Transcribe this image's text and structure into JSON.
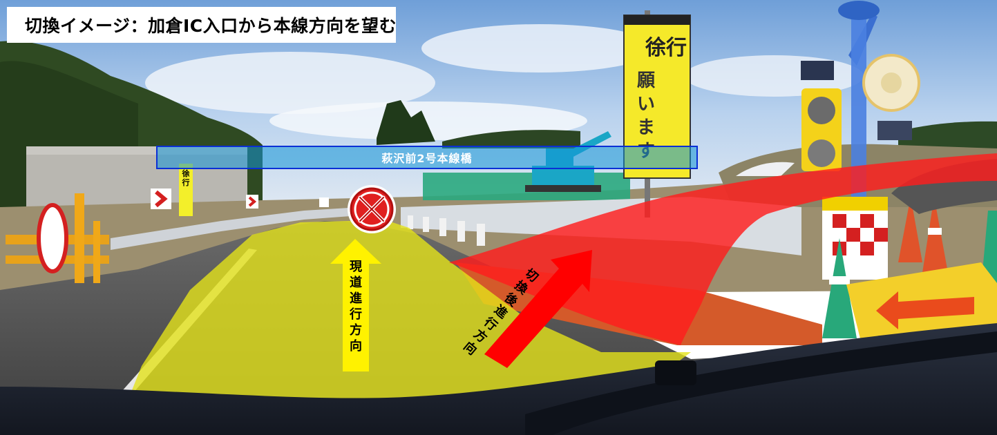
{
  "image_title": "切換イメージ：加倉IC入口から本線方向を望む",
  "bridge_label": "萩沢前2号本線橋",
  "arrow_current": "現道進行方向",
  "arrow_new": "切換後進行方向",
  "sign_slow": "徐行",
  "sign_please": "願います",
  "sign_small": "徐行",
  "colors": {
    "current_route": "#e3e21a",
    "new_route": "#ff1d1d",
    "bridge_label_fill": "#1496d7",
    "bridge_label_border": "#0a2fd6",
    "current_arrow": "#fff200",
    "new_arrow": "#ff0000"
  }
}
